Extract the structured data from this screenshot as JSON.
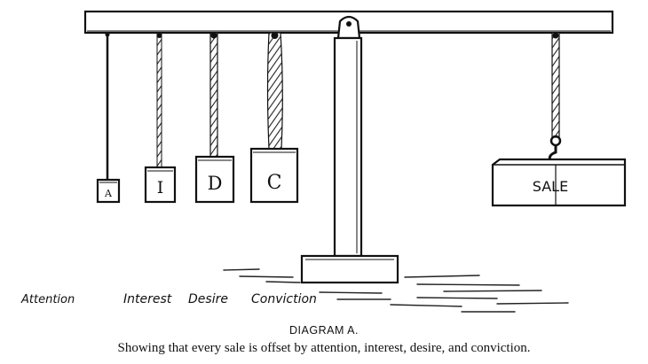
{
  "diagram": {
    "weights": [
      {
        "letter": "A"
      },
      {
        "letter": "I"
      },
      {
        "letter": "D"
      },
      {
        "letter": "C"
      }
    ],
    "sale_label": "SALE",
    "labels": [
      "Attention",
      "Interest",
      "Desire",
      "Conviction"
    ]
  },
  "caption": {
    "title": "DIAGRAM A.",
    "text": "Showing that every sale is offset by attention, interest, desire, and conviction."
  }
}
